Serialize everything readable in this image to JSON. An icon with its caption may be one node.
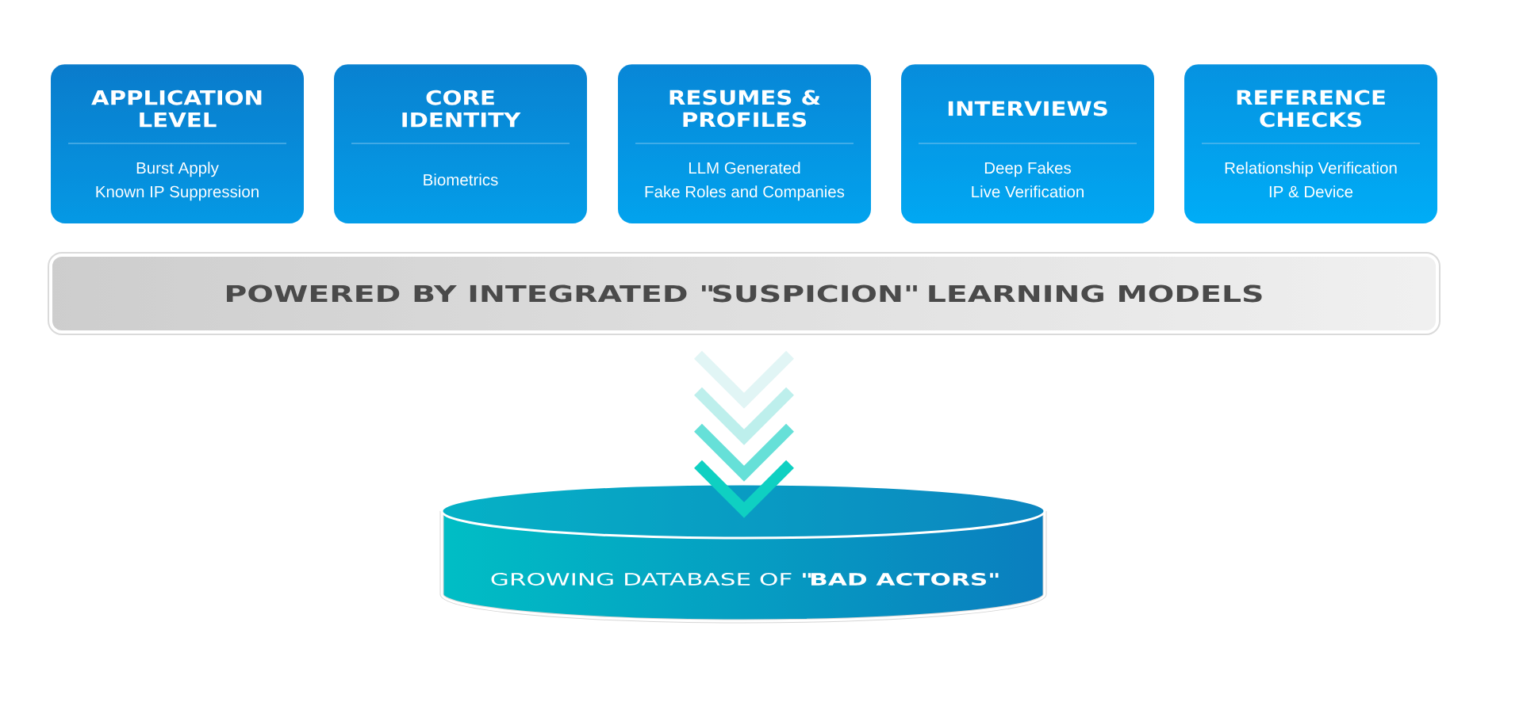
{
  "diagram": {
    "nodes": [
      {
        "text": [
          "APPLICATION LEVEL",
          "Burst Apply",
          "Known IP Suppression"
        ]
      },
      {
        "text": [
          "CORE IDENTITY",
          "Biometrics"
        ]
      },
      {
        "text": [
          "RESUMES & PROFILES",
          "LLM Generated",
          "Fake Roles and Companies"
        ]
      },
      {
        "text": [
          "INTERVIEWS",
          "Deep Fakes",
          "Live Verification"
        ]
      },
      {
        "text": [
          "REFERENCE CHECKS",
          "Relationship Verification",
          "IP & Device"
        ]
      },
      {
        "text": [
          "POWERED BY INTEGRATED \"SUSPICION\" LEARNING MODELS"
        ]
      },
      {
        "text": [
          "GROWING DATABASE OF **\"BAD ACTORS\"**"
        ]
      }
    ],
    "edges": [
      {
        "from": 5,
        "to": 6,
        "arrow": "to"
      }
    ]
  }
}
